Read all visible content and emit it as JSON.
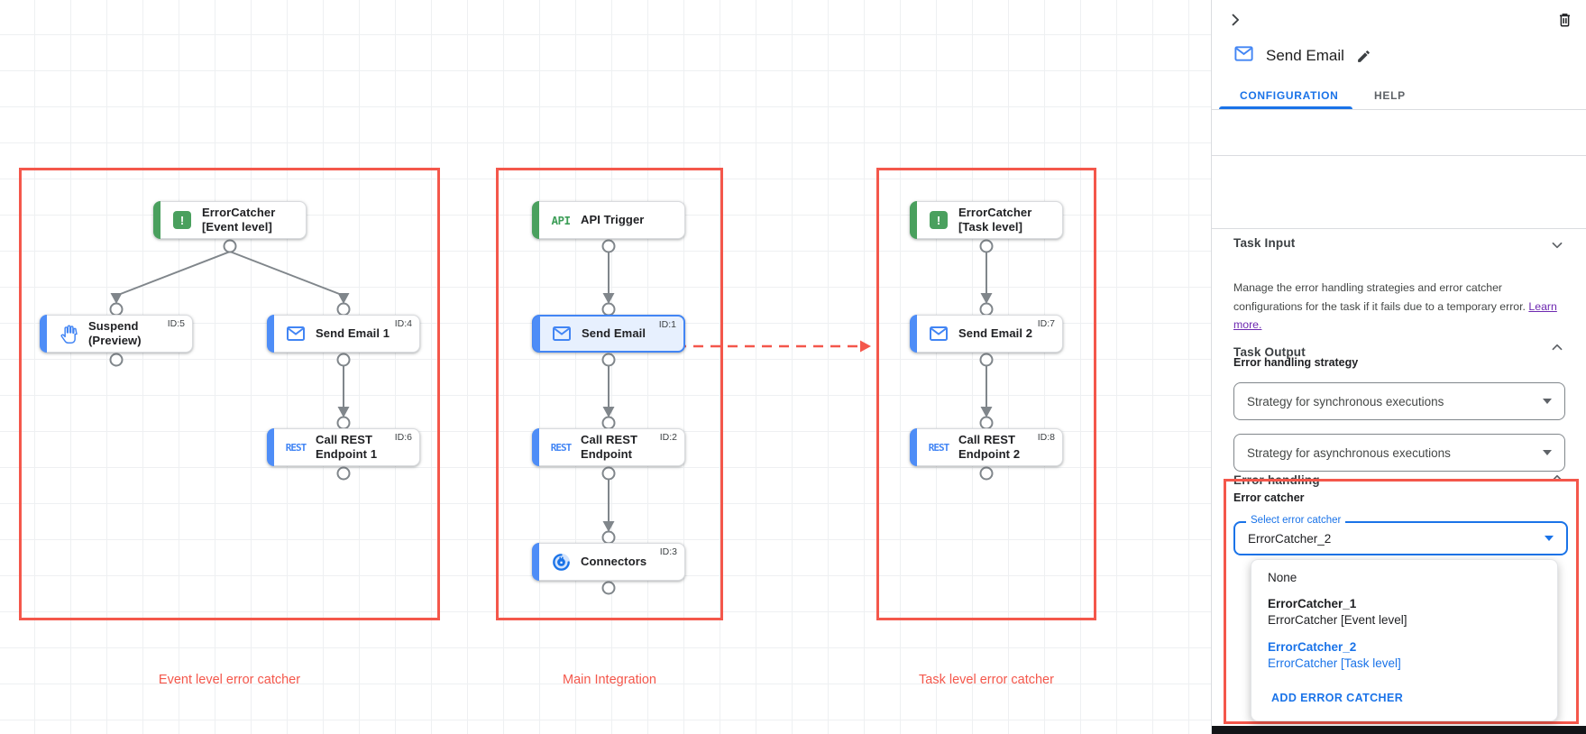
{
  "canvas": {
    "group_labels": {
      "event": "Event level error catcher",
      "main": "Main Integration",
      "task": "Task level error catcher"
    },
    "icon_labels": {
      "api": "API",
      "rest": "REST",
      "error": "!"
    },
    "nodes": {
      "error_catcher_event": {
        "line1": "ErrorCatcher",
        "line2": "[Event level]"
      },
      "suspend": {
        "line1": "Suspend",
        "line2": "(Preview)",
        "id": "ID:5"
      },
      "send_email_1": {
        "line1": "Send Email 1",
        "id": "ID:4"
      },
      "call_rest_1": {
        "line1": "Call REST",
        "line2": "Endpoint 1",
        "id": "ID:6"
      },
      "api_trigger": {
        "line1": "API Trigger"
      },
      "send_email": {
        "line1": "Send Email",
        "id": "ID:1"
      },
      "call_rest": {
        "line1": "Call REST",
        "line2": "Endpoint",
        "id": "ID:2"
      },
      "connectors": {
        "line1": "Connectors",
        "id": "ID:3"
      },
      "error_catcher_task": {
        "line1": "ErrorCatcher",
        "line2": "[Task level]"
      },
      "send_email_2": {
        "line1": "Send Email 2",
        "id": "ID:7"
      },
      "call_rest_2": {
        "line1": "Call REST",
        "line2": "Endpoint 2",
        "id": "ID:8"
      }
    }
  },
  "panel": {
    "title": "Send Email",
    "tabs": {
      "configuration": "CONFIGURATION",
      "help": "HELP"
    },
    "sections": {
      "task_input": "Task Input",
      "task_output": "Task Output",
      "error_handling": "Error handling"
    },
    "error_handling": {
      "description": "Manage the error handling strategies and error catcher configurations for the task if it fails due to a temporary error.",
      "learn_more": "Learn more.",
      "strategy_label": "Error handling strategy",
      "sync_select": "Strategy for synchronous executions",
      "async_select": "Strategy for asynchronous executions"
    },
    "error_catcher": {
      "label": "Error catcher",
      "select_label": "Select error catcher",
      "select_value": "ErrorCatcher_2",
      "menu_none": "None",
      "option1_name": "ErrorCatcher_1",
      "option1_desc": "ErrorCatcher [Event level]",
      "option2_name": "ErrorCatcher_2",
      "option2_desc": "ErrorCatcher [Task level]",
      "add_button": "ADD ERROR CATCHER"
    }
  },
  "colors": {
    "annotation_red": "#f4574b",
    "node_blue": "#4285f4",
    "node_green": "#4aa05e",
    "panel_blue": "#1a73e8",
    "selected_node_bg": "#e7f0fe",
    "error_dot_red": "#e23a2e",
    "link_purple": "#6d28b0"
  }
}
